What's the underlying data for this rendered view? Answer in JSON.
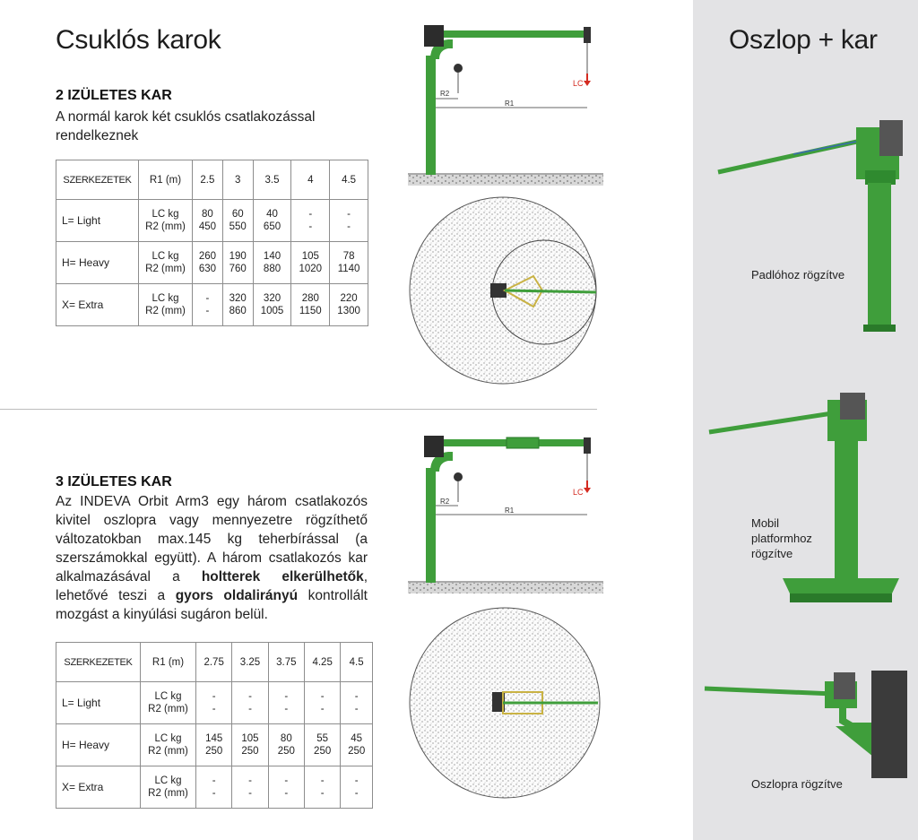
{
  "left": {
    "title": "Csuklós karok",
    "section1": {
      "heading": "2 IZÜLETES KAR",
      "description": "A normál karok két csuklós csatlakozással rendelkeznek",
      "table": {
        "corner": "SZERKEZETEK",
        "r1_label": "R1 (m)",
        "columns": [
          "2.5",
          "3",
          "3.5",
          "4",
          "4.5"
        ],
        "rows": [
          {
            "name": "L= Light",
            "unit_lc": "LC  kg",
            "unit_r2": "R2 (mm)",
            "lc": [
              "80",
              "60",
              "40",
              "-",
              "-"
            ],
            "r2": [
              "450",
              "550",
              "650",
              "-",
              "-"
            ]
          },
          {
            "name": "H= Heavy",
            "unit_lc": "LC  kg",
            "unit_r2": "R2 (mm)",
            "lc": [
              "260",
              "190",
              "140",
              "105",
              "78"
            ],
            "r2": [
              "630",
              "760",
              "880",
              "1020",
              "1140"
            ]
          },
          {
            "name": "X= Extra",
            "unit_lc": "LC  kg",
            "unit_r2": "R2 (mm)",
            "lc": [
              "-",
              "320",
              "320",
              "280",
              "220"
            ],
            "r2": [
              "-",
              "860",
              "1005",
              "1150",
              "1300"
            ]
          }
        ]
      }
    },
    "section2": {
      "heading": "3 IZÜLETES KAR",
      "p1": "Az INDEVA Orbit Arm3 egy három csatlakozós kivitel oszlopra vagy mennyezetre rögzíthető változatokban max.145 kg teherbírással (a szerszámokkal együtt). A három csatlakozós kar alkalmazásával a ",
      "b1": "holtterek elkerülhetők",
      "p2": ", lehetővé teszi a ",
      "b2": "gyors oldalirányú",
      "p3": " kontrollált mozgást a kinyúlási sugáron belül.",
      "table": {
        "corner": "SZERKEZETEK",
        "r1_label": "R1 (m)",
        "columns": [
          "2.75",
          "3.25",
          "3.75",
          "4.25",
          "4.5"
        ],
        "rows": [
          {
            "name": "L= Light",
            "unit_lc": "LC  kg",
            "unit_r2": "R2 (mm)",
            "lc": [
              "-",
              "-",
              "-",
              "-",
              "-"
            ],
            "r2": [
              "-",
              "-",
              "-",
              "-",
              "-"
            ]
          },
          {
            "name": "H= Heavy",
            "unit_lc": "LC  kg",
            "unit_r2": "R2 (mm)",
            "lc": [
              "145",
              "105",
              "80",
              "55",
              "45"
            ],
            "r2": [
              "250",
              "250",
              "250",
              "250",
              "250"
            ]
          },
          {
            "name": "X= Extra",
            "unit_lc": "LC  kg",
            "unit_r2": "R2 (mm)",
            "lc": [
              "-",
              "-",
              "-",
              "-",
              "-"
            ],
            "r2": [
              "-",
              "-",
              "-",
              "-",
              "-"
            ]
          }
        ]
      }
    },
    "diagram_labels": {
      "r1": "R1",
      "r2": "R2",
      "lc": "LC"
    }
  },
  "right": {
    "title": "Oszlop + kar",
    "captions": {
      "floor": "Padlóhoz rögzítve",
      "mobile": "Mobil\nplatformhoz\nrögzítve",
      "column": "Oszlopra rögzítve"
    }
  },
  "colors": {
    "green": "#3f9e3b",
    "green_dark": "#2a7a2a",
    "panel_bg": "#e3e3e5",
    "lc_red": "#d42a20"
  }
}
